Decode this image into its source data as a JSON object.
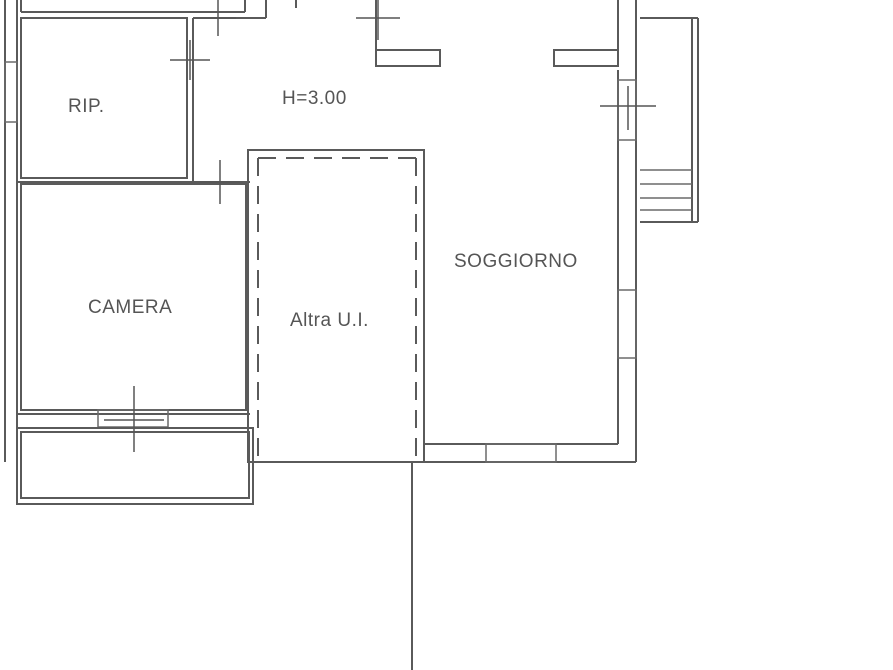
{
  "plan": {
    "labels": {
      "rip": "RIP.",
      "height": "H=3.00",
      "camera": "CAMERA",
      "altra": "Altra U.I.",
      "soggiorno": "SOGGIORNO"
    }
  }
}
